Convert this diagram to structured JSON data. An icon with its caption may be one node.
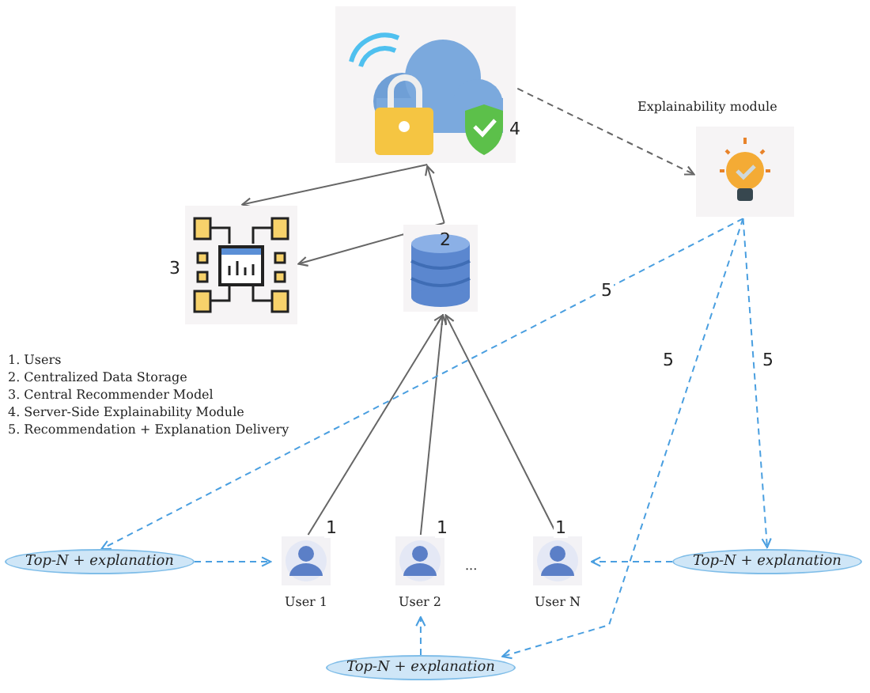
{
  "diagram": {
    "nodes": [
      {
        "text": [
          "4"
        ]
      },
      {
        "text": [],
        "shape": "picture"
      },
      {
        "text": [],
        "shape": "picture",
        "beside": [
          "3"
        ]
      },
      {
        "text": [
          "2"
        ]
      },
      {
        "text": [
          "User 1"
        ]
      },
      {
        "text": [
          "User 2"
        ]
      },
      {
        "text": [
          "User N"
        ]
      },
      {
        "text": [
          "Top-N + explanation"
        ]
      },
      {
        "text": [
          "Top-N + explanation"
        ]
      },
      {
        "text": [
          "Top-N + explanation"
        ]
      }
    ],
    "edges": [
      {
        "from": 0,
        "to": 1,
        "arrow": "to",
        "style": "dashed",
        "label": "Explainability module"
      },
      {
        "from": 0,
        "to": 2,
        "arrow": "to"
      },
      {
        "from": 3,
        "to": 0,
        "arrow": "to"
      },
      {
        "from": 3,
        "to": 2,
        "arrow": "to"
      },
      {
        "from": 4,
        "to": 3,
        "arrow": "to",
        "label": "1"
      },
      {
        "from": 5,
        "to": 3,
        "arrow": "to",
        "label": "1"
      },
      {
        "from": 6,
        "to": 3,
        "arrow": "to",
        "label": "1"
      },
      {
        "from": 1,
        "to": 7,
        "arrow": "to",
        "style": "dashed",
        "color": "#4a9fe0",
        "label": "5"
      },
      {
        "from": 1,
        "to": 9,
        "arrow": "to",
        "style": "dashed",
        "color": "#4a9fe0",
        "label": "5"
      },
      {
        "from": 1,
        "to": 8,
        "arrow": "to",
        "style": "dashed",
        "color": "#4a9fe0",
        "label": "5"
      },
      {
        "from": 7,
        "to": 4,
        "arrow": "to",
        "style": "dashed",
        "color": "#4a9fe0"
      },
      {
        "from": 9,
        "to": 5,
        "arrow": "to",
        "style": "dashed",
        "color": "#4a9fe0"
      },
      {
        "from": 8,
        "to": 6,
        "arrow": "to",
        "style": "dashed",
        "color": "#4a9fe0"
      }
    ],
    "labels": [
      "1. Users",
      "2. Centralized Data Storage",
      "3. Central Recommender Model",
      "4. Server-Side Explainability Module",
      "5. Recommendation + Explanation Delivery",
      "..."
    ]
  }
}
